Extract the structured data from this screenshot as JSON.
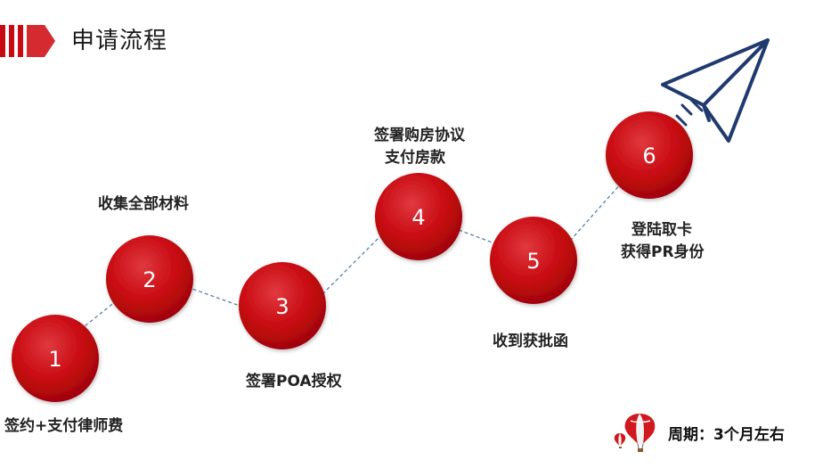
{
  "header": {
    "title": "申请流程"
  },
  "steps": [
    {
      "number": "1",
      "lines": [
        "签约+支付律师费"
      ]
    },
    {
      "number": "2",
      "lines": [
        "收集全部材料"
      ]
    },
    {
      "number": "3",
      "lines": [
        "签署POA授权"
      ]
    },
    {
      "number": "4",
      "lines": [
        "签署购房协议",
        "支付房款"
      ]
    },
    {
      "number": "5",
      "lines": [
        "收到获批函"
      ]
    },
    {
      "number": "6",
      "lines": [
        "登陆取卡",
        "获得PR身份"
      ]
    }
  ],
  "period": {
    "text": "周期：3个月左右"
  },
  "colors": {
    "accent": "#c80a12",
    "accent_light": "#e0393f",
    "plane": "#1f3a6e",
    "connector": "#5a7fa8",
    "text": "#222222"
  },
  "icons": {
    "header_decoration": "red-stripes-icon",
    "plane": "paper-plane-icon",
    "period": "hot-air-balloon-icon"
  }
}
